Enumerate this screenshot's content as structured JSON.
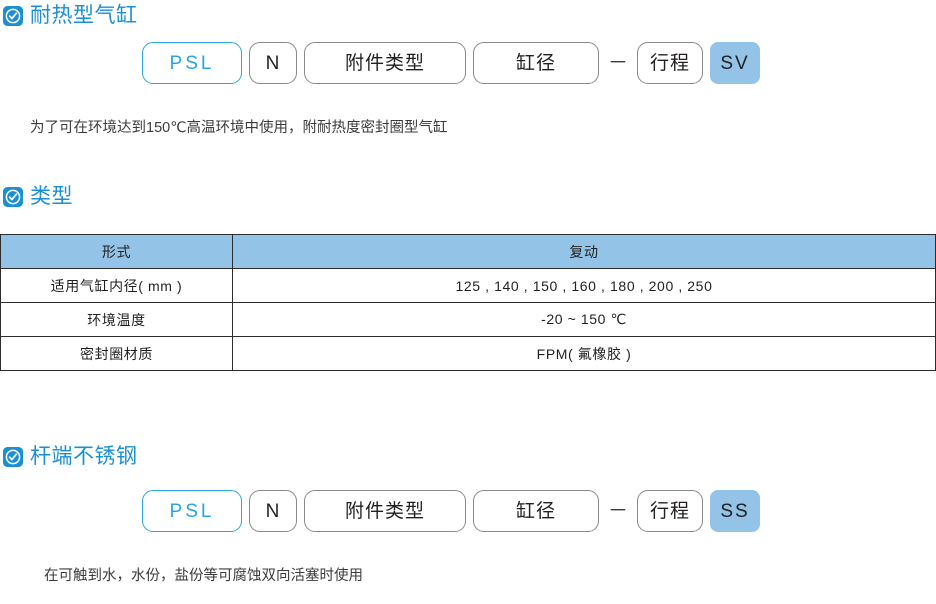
{
  "colors": {
    "accent_blue": "#1b8fd4",
    "code_accent": "#2ba3e8",
    "badge_fill": "#93c3e6",
    "table_header_fill": "#93c3e6",
    "table_border": "#2c2c2c",
    "box_border": "#8a8a8a",
    "text": "#231f20"
  },
  "sections": [
    {
      "icon": "check-circle-icon",
      "title": "耐热型气缸",
      "code_row": [
        {
          "label": "PSL",
          "style": "accent"
        },
        {
          "label": "N",
          "style": "plain"
        },
        {
          "label": "附件类型",
          "style": "plain"
        },
        {
          "label": "缸径",
          "style": "plain"
        },
        {
          "label": "－",
          "style": "dash"
        },
        {
          "label": "行程",
          "style": "plain"
        },
        {
          "label": "SV",
          "style": "filled"
        }
      ],
      "note": "为了可在环境达到150℃高温环境中使用，附耐热度密封圈型气缸"
    },
    {
      "icon": "check-circle-icon",
      "title": "类型"
    },
    {
      "icon": "check-circle-icon",
      "title": "杆端不锈钢",
      "code_row": [
        {
          "label": "PSL",
          "style": "accent"
        },
        {
          "label": "N",
          "style": "plain"
        },
        {
          "label": "附件类型",
          "style": "plain"
        },
        {
          "label": "缸径",
          "style": "plain"
        },
        {
          "label": "－",
          "style": "dash"
        },
        {
          "label": "行程",
          "style": "plain"
        },
        {
          "label": "SS",
          "style": "filled"
        }
      ],
      "note": "在可触到水，水份，盐份等可腐蚀双向活塞时使用"
    }
  ],
  "spec_table": {
    "headers": [
      "形式",
      "复动"
    ],
    "rows": [
      {
        "label": "适用气缸内径( mm )",
        "value": "125 , 140 , 150 , 160 , 180 , 200 , 250"
      },
      {
        "label": "环境温度",
        "value": "-20 ~ 150 ℃"
      },
      {
        "label": "密封圈材质",
        "value": "FPM(  氟橡胶   )"
      }
    ]
  }
}
